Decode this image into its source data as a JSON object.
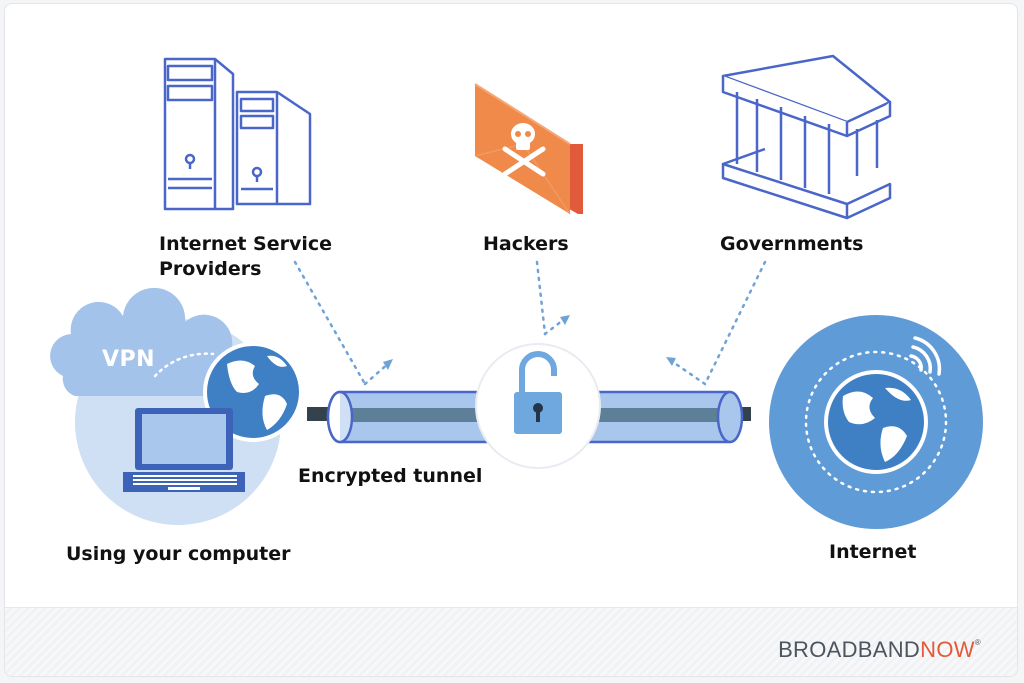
{
  "labels": {
    "isp_line1": "Internet Service",
    "isp_line2": "Providers",
    "hackers": "Hackers",
    "governments": "Governments",
    "tunnel": "Encrypted tunnel",
    "computer": "Using your computer",
    "internet": "Internet",
    "vpn": "VPN"
  },
  "brand": {
    "part1": "BROADBAND",
    "part2": "NOW",
    "mark": "®"
  },
  "colors": {
    "outline_blue": "#4a66c8",
    "tunnel_blue": "#a9c7ec",
    "globe_blue": "#3f7fc4",
    "pale_blue": "#cfe0f4",
    "hacker_orange": "#ef8a4a",
    "brand_orange": "#e3593a",
    "dot_blue": "#6fa3d6"
  },
  "icons": [
    "server-icon",
    "hacker-envelope-icon",
    "government-building-icon",
    "vpn-cloud-icon",
    "laptop-icon",
    "globe-icon",
    "padlock-icon",
    "wifi-icon"
  ]
}
